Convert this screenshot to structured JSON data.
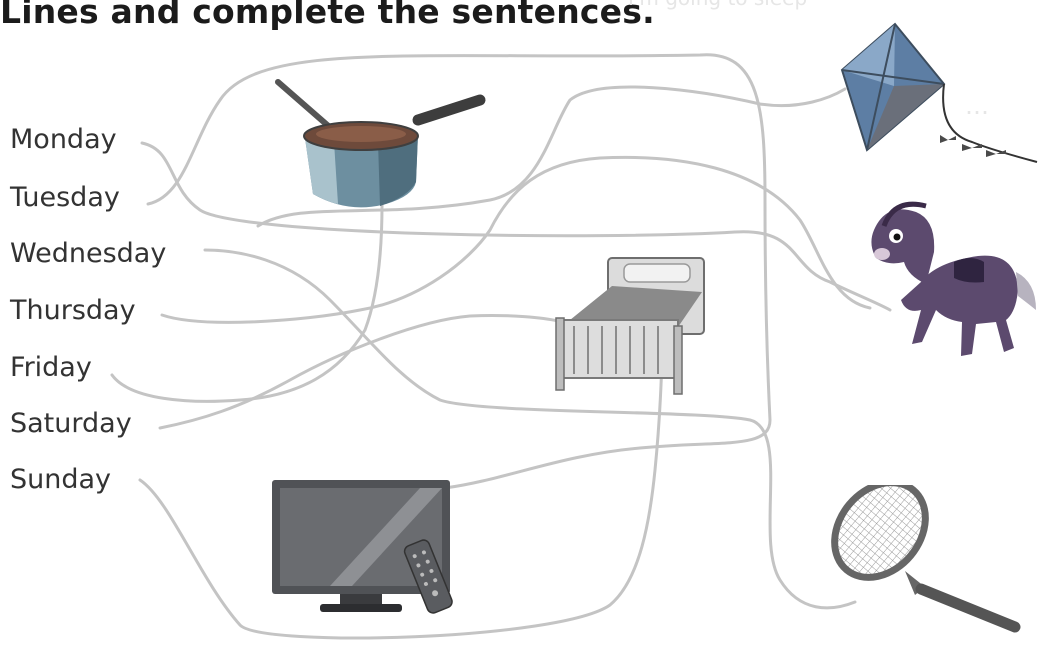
{
  "instruction": "Lines and complete the sentences.",
  "days": [
    "Monday",
    "Tuesday",
    "Wednesday",
    "Thursday",
    "Friday",
    "Saturday",
    "Sunday"
  ],
  "colors": {
    "maze_line": "#c4c4c4",
    "kite_blue": "#5d7ea4",
    "pot": "#6d8fa0",
    "horse": "#5c4a6e",
    "bed": "#8a8a8a",
    "tv": "#505256",
    "racket": "#666666"
  },
  "icons": [
    "saucepan-icon",
    "bed-icon",
    "television-icon",
    "kite-icon",
    "horse-icon",
    "tennis-racket-icon"
  ]
}
